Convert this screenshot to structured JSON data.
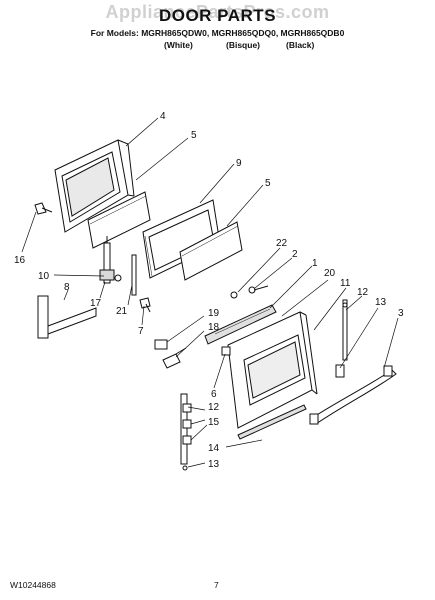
{
  "header": {
    "watermark": "AppliancePartsPros.com",
    "title": "DOOR PARTS",
    "models": "For Models: MGRH865QDW0, MGRH865QDQ0, MGRH865QDB0",
    "finishes": [
      "(White)",
      "(Bisque)",
      "(Black)"
    ]
  },
  "callouts": [
    "4",
    "5",
    "9",
    "5",
    "16",
    "10",
    "8",
    "17",
    "21",
    "7",
    "22",
    "2",
    "1",
    "20",
    "11",
    "12",
    "13",
    "3",
    "19",
    "18",
    "6",
    "12",
    "15",
    "14",
    "13"
  ],
  "footer": {
    "doc_number": "W10244868",
    "page_number": "7"
  },
  "colors": {
    "line": "#111111",
    "paper": "#ffffff",
    "shade": "#d9d9d9"
  }
}
